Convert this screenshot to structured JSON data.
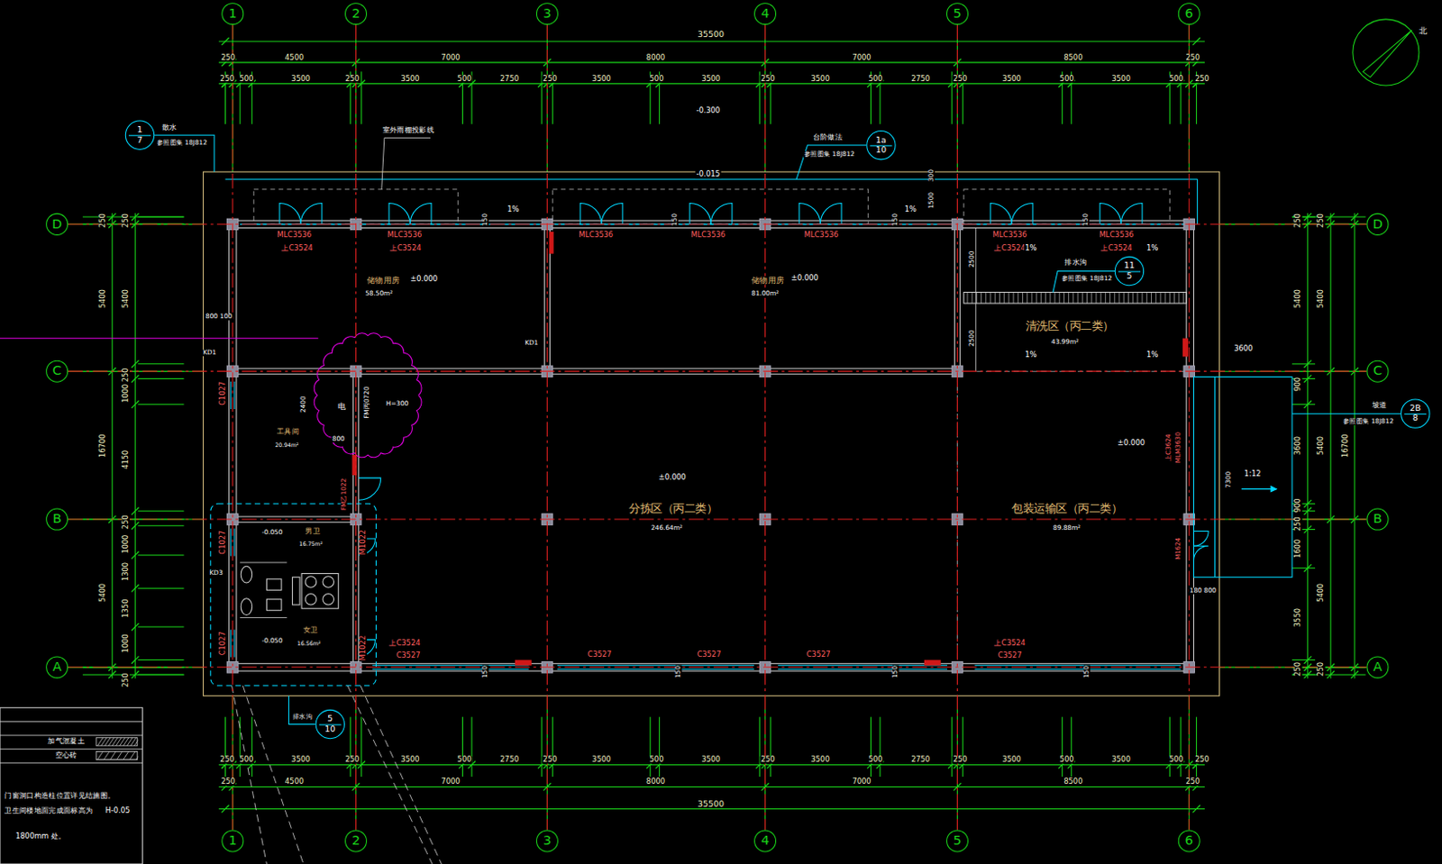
{
  "diagram": {
    "nodes": [
      {
        "text": [
          "1"
        ]
      },
      {
        "text": [
          "2"
        ]
      },
      {
        "text": [
          "3"
        ]
      },
      {
        "text": [
          "4"
        ]
      },
      {
        "text": [
          "5"
        ]
      },
      {
        "text": [
          "6"
        ]
      },
      {
        "text": [
          "1",
          "7"
        ]
      },
      {
        "text": [
          "1a",
          "10"
        ]
      },
      {
        "text": [
          "D"
        ]
      },
      {
        "text": [
          "D"
        ]
      },
      {
        "text": [
          "11",
          "5"
        ]
      },
      {
        "text": [
          "C"
        ]
      },
      {
        "text": [
          "C"
        ]
      },
      {
        "text": [
          "2B",
          "8"
        ]
      },
      {
        "text": [
          "B"
        ]
      },
      {
        "text": [
          "B"
        ]
      },
      {
        "text": [
          "A"
        ]
      },
      {
        "text": [
          "A"
        ]
      },
      {
        "text": [
          "5",
          "10"
        ]
      },
      {
        "text": [
          "1"
        ]
      },
      {
        "text": [
          "2"
        ]
      },
      {
        "text": [
          "3"
        ]
      },
      {
        "text": [
          "4"
        ]
      },
      {
        "text": [
          "5"
        ]
      },
      {
        "text": [
          "6"
        ]
      }
    ],
    "edges": [
      {
        "from": 0,
        "to": 19,
        "arrow": "none"
      },
      {
        "from": 1,
        "to": 20,
        "arrow": "none"
      },
      {
        "from": 2,
        "to": 21,
        "arrow": "none"
      },
      {
        "from": 3,
        "to": 22,
        "arrow": "none"
      },
      {
        "from": 4,
        "to": 23,
        "arrow": "none"
      },
      {
        "from": 5,
        "to": 24,
        "arrow": "none"
      },
      {
        "from": 8,
        "to": 9,
        "arrow": "none"
      },
      {
        "from": 11,
        "to": 12,
        "arrow": "none"
      },
      {
        "from": 14,
        "to": 15,
        "arrow": "none"
      },
      {
        "from": 16,
        "to": 17,
        "arrow": "none"
      }
    ],
    "labels": [
      "35500",
      "250",
      "4500",
      "7000",
      "8000",
      "7000",
      "8500",
      "250",
      "250",
      "500",
      "3500",
      "250",
      "3500",
      "500",
      "2750",
      "250",
      "3500",
      "500",
      "3500",
      "250",
      "3500",
      "500",
      "2750",
      "250",
      "3500",
      "500",
      "3500",
      "500",
      "250",
      "250",
      "500",
      "3500",
      "250",
      "3500",
      "500",
      "2750",
      "250",
      "3500",
      "500",
      "3500",
      "250",
      "3500",
      "500",
      "2750",
      "250",
      "3500",
      "500",
      "3500",
      "500",
      "250",
      "250",
      "4500",
      "7000",
      "8000",
      "7000",
      "8500",
      "250",
      "35500",
      "250",
      "5400",
      "16700",
      "5400",
      "250",
      "5400",
      "250",
      "1000",
      "4150",
      "250",
      "1000",
      "1300",
      "1350",
      "1000",
      "250",
      "250",
      "5400",
      "900",
      "3600",
      "900",
      "250",
      "1600",
      "3550",
      "250",
      "250",
      "5400",
      "5400",
      "5400",
      "250",
      "16700",
      "-0.300",
      "-0.015",
      "1%",
      "1%",
      "300",
      "1500",
      "150",
      "150",
      "150",
      "150",
      "MLC3536",
      "MLC3536",
      "MLC3536",
      "MLC3536",
      "MLC3536",
      "MLC3536",
      "MLC3536",
      "上C3524",
      "上C3524",
      "上C3524",
      "上C3524",
      "储物用房",
      "58.50m²",
      "±0.000",
      "储物用房",
      "81.00m²",
      "±0.000",
      "1%",
      "1%",
      "排水沟",
      "参照图集 18J812",
      "2500",
      "2500",
      "清洗区（丙二类）",
      "43.99m²",
      "1%",
      "1%",
      "800 100",
      "KD1",
      "KD1",
      "C1027",
      "2400",
      "电",
      "FM丙0720",
      "H=300",
      "工具间",
      "20.94m²",
      "800",
      "FM乙1022",
      "±0.000",
      "分拣区（丙二类）",
      "246.64m²",
      "±0.000",
      "包装运输区（丙二类）",
      "89.88m²",
      "上C3624",
      "MLM3630",
      "7300",
      "1:12",
      "3600",
      "M1624",
      "180 800",
      "-0.050",
      "男卫",
      "16.75m²",
      "C1027",
      "M1022",
      "KD3",
      "-0.050",
      "女卫",
      "16.56m²",
      "C1027",
      "M1022",
      "上C3524",
      "C3527",
      "C3527",
      "C3527",
      "C3527",
      "上C3524",
      "C3527",
      "150",
      "150",
      "150",
      "150",
      "散水",
      "参照图集 18J812",
      "室外雨棚投影线",
      "台阶做法",
      "参照图集 18J812",
      "坡道",
      "参照图集 18J812",
      "排水沟",
      "北",
      "门窗洞口构造柱位置详见结施图。",
      "卫生间楼地面完成面标高为",
      "H-0.05",
      "1800mm 处。"
    ],
    "legend": [
      {
        "text": "加气混凝土"
      },
      {
        "text": "空心砖"
      }
    ]
  }
}
